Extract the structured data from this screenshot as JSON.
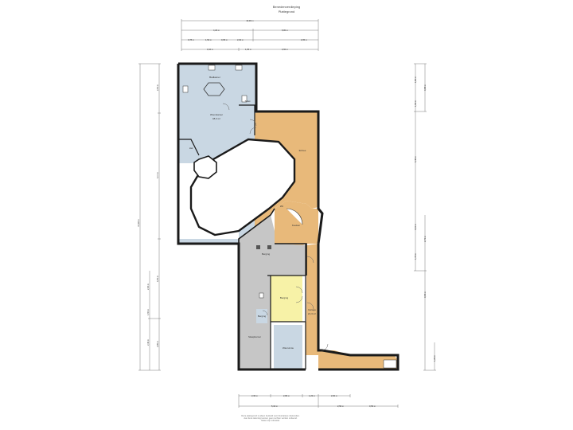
{
  "header": {
    "title": "Benedenverdieping",
    "subtitle": "Plattegrond"
  },
  "rooms": {
    "living": "Woonkamer",
    "living_area": "48,3 m²",
    "bathroom": "Badkamer",
    "toilet": "Toilet",
    "hall": "Hal",
    "entry": "Entree",
    "kitchen": "Keuken",
    "berging": "Berging",
    "slaapkamer": "Slaapkamer",
    "garage": "Garage",
    "garage_area": "21,3 m²",
    "storage": "Berging",
    "side_room": "Berging",
    "fleet": "Wasruimte",
    "fleet2": "Wc"
  },
  "dimensions": {
    "total_width": "10,06 m",
    "top_left": "4,26 m",
    "top_right": "5,80 m",
    "row2": [
      "0,78 m",
      "1,52 m",
      "0,65 m",
      "2,02 m",
      "2,05 m"
    ],
    "row3": [
      "3,10 m",
      "1,36 m",
      "2,60 m"
    ],
    "left_total": "15,38 m",
    "left_parts": [
      "2,50 m",
      "5,17 m",
      "4,55 m",
      "2,85 m"
    ],
    "left_inner": [
      "2,40 m",
      "1,50 m",
      "2,40 m"
    ],
    "right_parts": [
      "1,80 m",
      "1,90 m",
      "5,46 m",
      "3,11 m",
      "1,76 m"
    ],
    "right_inner": [
      "0,68 m",
      "2,73 m"
    ],
    "right_outer": [
      "3,06 m",
      "1,23 m"
    ],
    "bottom_row1": [
      "2,36 m",
      "2,80 m",
      "1,23 m",
      "2,60 m"
    ],
    "bottom_row2": [
      "5,16 m",
      "2,50 m",
      "3,50 m"
    ]
  },
  "footer": {
    "line1": "Deze plattegrond is alleen bedoeld voor illustratieve doeleinden.",
    "line2": "Aan deze tekening kunnen geen rechten worden ontleend.",
    "line3": "Maten zijn indicatief."
  },
  "colors": {
    "blue": "#c9d7e3",
    "orange": "#e8b97a",
    "gray": "#c6c6c6",
    "yellow": "#f7f2a7",
    "wall": "#1a1a1a"
  }
}
